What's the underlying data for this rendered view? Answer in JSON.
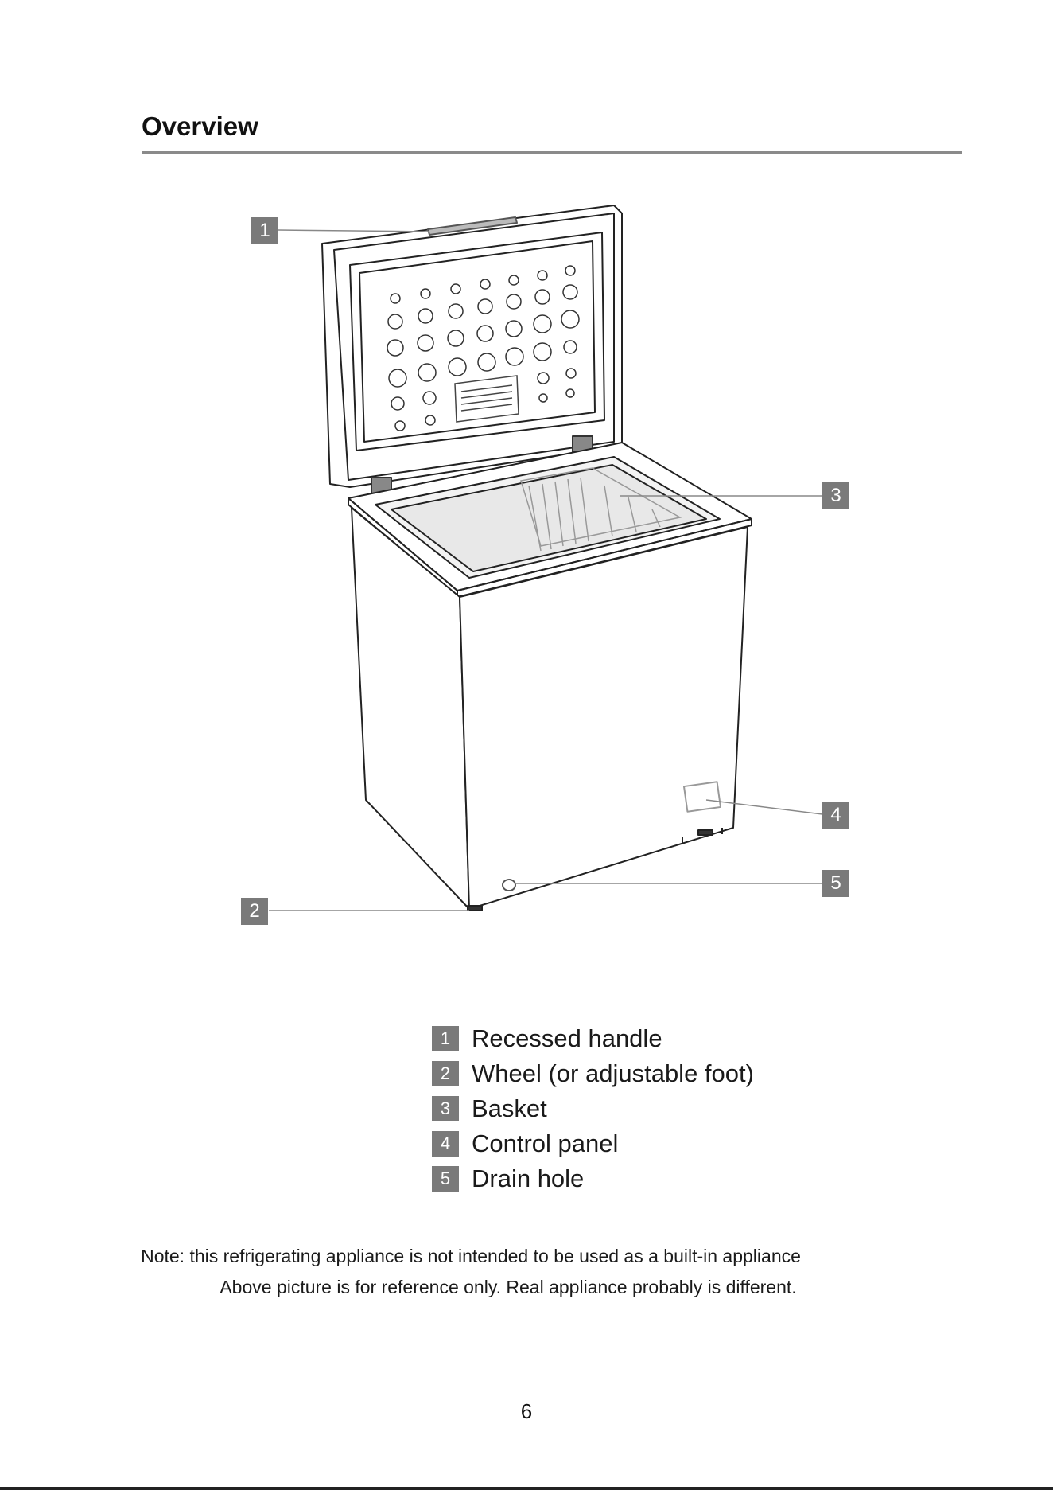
{
  "header": {
    "title": "Overview"
  },
  "diagram": {
    "callouts": [
      "1",
      "2",
      "3",
      "4",
      "5"
    ]
  },
  "legend": [
    {
      "num": "1",
      "label": "Recessed handle"
    },
    {
      "num": "2",
      "label": "Wheel (or adjustable foot)"
    },
    {
      "num": "3",
      "label": "Basket"
    },
    {
      "num": "4",
      "label": "Control panel"
    },
    {
      "num": "5",
      "label": "Drain hole"
    }
  ],
  "notes": {
    "line1": "Note: this refrigerating appliance is not intended to be used as a built-in appliance",
    "line2": "Above picture is for reference only. Real appliance probably is different."
  },
  "footer": {
    "page_number": "6"
  }
}
